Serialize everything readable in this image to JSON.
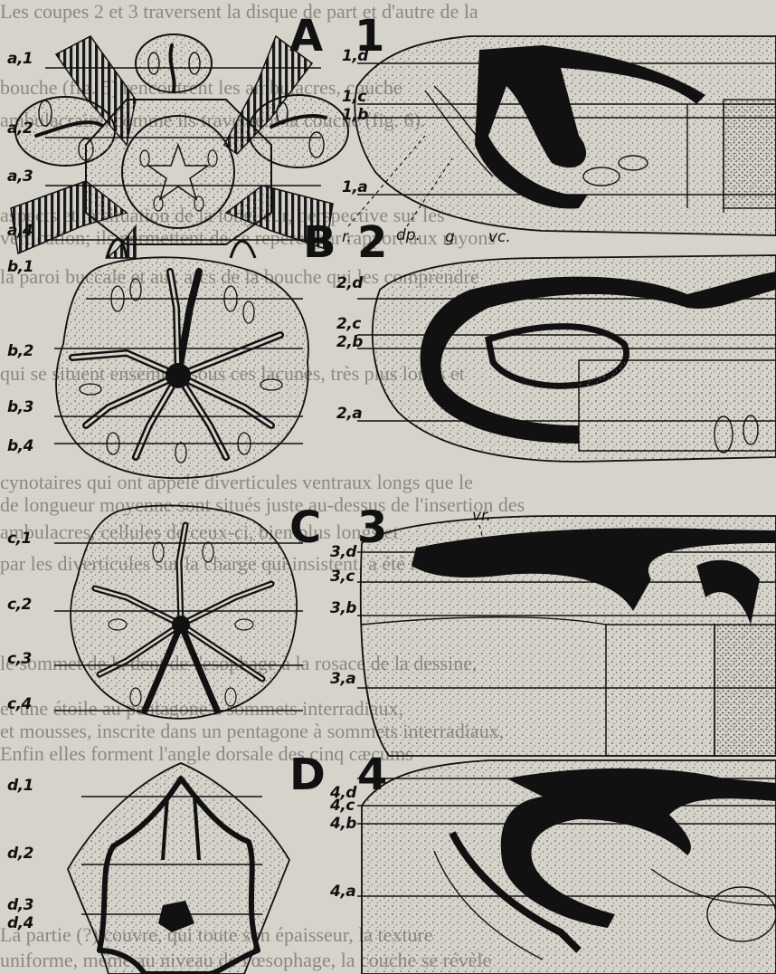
{
  "background_text": [
    "Les coupes 2 et 3 traversent la disque de part et d'autre de la",
    "bouche (fig. 5) rencontrent les ambulacres, couche",
    "ambulacraire, comme ils traversent la couche (fig. 6).",
    "aspects et la situation de la longueur, perspective sur les",
    "vertication; ils permettent de se repérer par rapport aux rayons",
    "la paroi buccale et aux arcs de la bouche qui les comprendre",
    "qui se situent ensemble sous ces lacunes, très plus longs et",
    "cynotaires qui ont appelé diverticules ventraux longs que le",
    "de longueur moyenne sont situés juste au-dessus de l'insertion des",
    "ambulacres, cellules de ceux-ci, bien plus longs et",
    "par les diverticules sur la charge qui insistent, a été réduit",
    "le sommet de la dent de l'esophage à la rosace de la dessine,",
    "et une étoile au pentagone à sommets interradiaux,",
    "et mousses, inscrite dans un pentagone à sommets interradiaux,",
    "Enfin elles forment l'angle dorsale des cinq cæcums",
    "La partie (?) couvre, qui toute son épaisseur, la texture",
    "uniforme, même au niveau de l'œsophage, la couche se révèle"
  ],
  "section_letters": [
    "A",
    "B",
    "C",
    "D"
  ],
  "section_numbers": [
    "1",
    "2",
    "3",
    "4"
  ],
  "left_labels": {
    "A": [
      "a,1",
      "a,2",
      "a,3",
      "a,4"
    ],
    "B": [
      "b,1",
      "b,2",
      "b,3",
      "b,4"
    ],
    "C": [
      "c,1",
      "c,2",
      "c,3",
      "c,4"
    ],
    "D": [
      "d,1",
      "d,2",
      "d,3",
      "d,4"
    ]
  },
  "right_labels": {
    "1": [
      "1,d",
      "1,c",
      "1,b",
      "1,a"
    ],
    "2": [
      "2,d",
      "2,c",
      "2,b",
      "2,a"
    ],
    "3": [
      "3,d",
      "3,c",
      "3,b",
      "3,a"
    ],
    "4": [
      "4,d",
      "4,c",
      "4,b",
      "4,a"
    ]
  },
  "annotations": {
    "r": "r.",
    "dp": "dp.",
    "g": "g",
    "vc": "vc.",
    "vr": "vr."
  },
  "colors": {
    "paper": "#d6d3cb",
    "ink": "#111111",
    "stipple": "#8a877f",
    "faint_text": "#8b887f"
  }
}
